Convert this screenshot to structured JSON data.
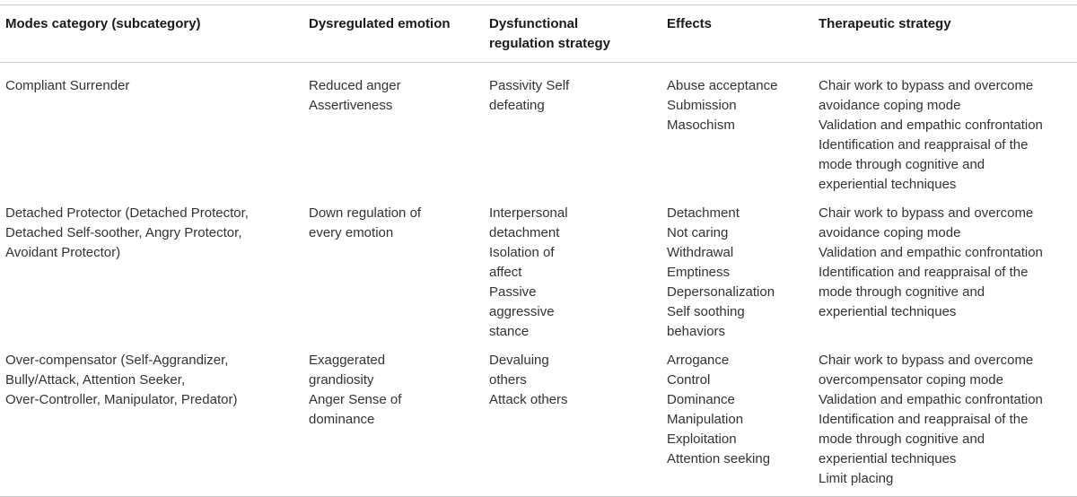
{
  "table": {
    "headers": [
      "Modes category (subcategory)",
      "Dysregulated emotion",
      "Dysfunctional regulation strategy",
      "Effects",
      "Therapeutic strategy"
    ],
    "header_lines": {
      "col3": [
        "Dysfunctional",
        "regulation strategy"
      ]
    },
    "rows": [
      {
        "mode": [
          "Compliant Surrender"
        ],
        "emotion": [
          "Reduced anger",
          "Assertiveness"
        ],
        "strategy": [
          "Passivity Self",
          "defeating"
        ],
        "effects": [
          "Abuse acceptance",
          "Submission",
          "Masochism"
        ],
        "therapy": [
          "Chair work to bypass and overcome",
          "avoidance coping mode",
          "Validation and empathic confrontation",
          "Identification and reappraisal of the",
          "mode through cognitive and",
          "experiential techniques"
        ]
      },
      {
        "mode": [
          "Detached Protector (Detached Protector,",
          "Detached Self-soother, Angry Protector,",
          "Avoidant Protector)"
        ],
        "emotion": [
          "Down regulation of",
          "every emotion"
        ],
        "strategy": [
          "Interpersonal",
          "detachment",
          "Isolation of",
          "affect",
          "Passive",
          "aggressive",
          "stance"
        ],
        "effects": [
          "Detachment",
          "Not caring",
          "Withdrawal",
          "Emptiness",
          "Depersonalization",
          "Self soothing",
          "behaviors"
        ],
        "therapy": [
          "Chair work to bypass and overcome",
          "avoidance coping mode",
          "Validation and empathic confrontation",
          "Identification and reappraisal of the",
          "mode through cognitive and",
          "experiential techniques"
        ]
      },
      {
        "mode": [
          "Over-compensator (Self-Aggrandizer,",
          "Bully/Attack, Attention Seeker,",
          "Over-Controller, Manipulator, Predator)"
        ],
        "emotion": [
          "Exaggerated",
          "grandiosity",
          "Anger Sense of",
          "dominance"
        ],
        "strategy": [
          "Devaluing",
          "others",
          "Attack others"
        ],
        "effects": [
          "Arrogance",
          "Control",
          "Dominance",
          "Manipulation",
          "Exploitation",
          "Attention seeking"
        ],
        "therapy": [
          "Chair work to bypass and overcome",
          "overcompensator coping mode",
          "Validation and empathic confrontation",
          "Identification and reappraisal of the",
          "mode through cognitive and",
          "experiential techniques",
          "Limit placing"
        ]
      }
    ]
  }
}
